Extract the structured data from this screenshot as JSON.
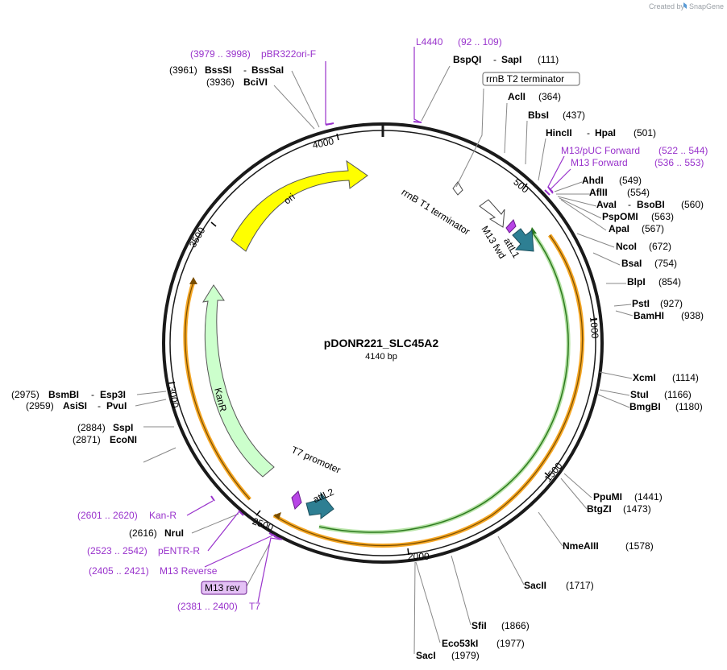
{
  "header": {
    "credit_text": "Created by",
    "brand_text": "SnapGene"
  },
  "map": {
    "name": "pDONR221_SLC45A2",
    "size_label": "4140 bp"
  },
  "colors": {
    "primer": "#9933cc",
    "ori": "#ffff00",
    "kanr": "#ccffcc",
    "att": "#2e7f93",
    "orange": "#f5a623",
    "green": "#2d8a2d",
    "backbone": "#1a1a1a"
  },
  "ticks": [
    "500",
    "1000",
    "1500",
    "2000",
    "2500",
    "3000",
    "3500",
    "4000"
  ],
  "features": {
    "ori": "ori",
    "kanr": "KanR",
    "attl1": "attL1",
    "attl2": "attL2",
    "m13fwd": "M13 fwd",
    "t7prom": "T7 promoter",
    "rrnbt1": "rrnB T1 terminator"
  },
  "sites": [
    {
      "n": "BspQI",
      "s": "SapI",
      "p": "(111)"
    },
    {
      "n": "AclI",
      "p": "(364)"
    },
    {
      "n": "BbsI",
      "p": "(437)"
    },
    {
      "n": "HincII",
      "s": "HpaI",
      "p": "(501)"
    },
    {
      "n": "AhdI",
      "p": "(549)"
    },
    {
      "n": "AflII",
      "p": "(554)"
    },
    {
      "n": "AvaI",
      "s": "BsoBI",
      "p": "(560)"
    },
    {
      "n": "PspOMI",
      "p": "(563)"
    },
    {
      "n": "ApaI",
      "p": "(567)"
    },
    {
      "n": "NcoI",
      "p": "(672)"
    },
    {
      "n": "BsaI",
      "p": "(754)"
    },
    {
      "n": "BlpI",
      "p": "(854)"
    },
    {
      "n": "PstI",
      "p": "(927)"
    },
    {
      "n": "BamHI",
      "p": "(938)"
    },
    {
      "n": "XcmI",
      "p": "(1114)"
    },
    {
      "n": "StuI",
      "p": "(1166)"
    },
    {
      "n": "BmgBI",
      "p": "(1180)"
    },
    {
      "n": "PpuMI",
      "p": "(1441)"
    },
    {
      "n": "BtgZI",
      "p": "(1473)"
    },
    {
      "n": "NmeAIII",
      "p": "(1578)"
    },
    {
      "n": "SacII",
      "p": "(1717)"
    },
    {
      "n": "SfiI",
      "p": "(1866)"
    },
    {
      "n": "Eco53kI",
      "p": "(1977)"
    },
    {
      "n": "SacI",
      "p": "(1979)"
    },
    {
      "n": "NruI",
      "p": "(2616)"
    },
    {
      "n": "EcoNI",
      "p": "(2871)"
    },
    {
      "n": "SspI",
      "p": "(2884)"
    },
    {
      "n": "AsiSI",
      "s": "PvuI",
      "p": "(2959)"
    },
    {
      "n": "BsmBI",
      "s": "Esp3I",
      "p": "(2975)"
    },
    {
      "n": "BciVI",
      "p": "(3936)"
    },
    {
      "n": "BssSI",
      "s": "BssSaI",
      "p": "(3961)"
    }
  ],
  "primers": [
    {
      "n": "L4440",
      "p": "(92 .. 109)"
    },
    {
      "n": "M13/pUC Forward",
      "p": "(522 .. 544)"
    },
    {
      "n": "M13 Forward",
      "p": "(536 .. 553)"
    },
    {
      "n": "Kan-R",
      "p": "(2601 .. 2620)"
    },
    {
      "n": "pENTR-R",
      "p": "(2523 .. 2542)"
    },
    {
      "n": "M13 Reverse",
      "p": "(2405 .. 2421)"
    },
    {
      "n": "T7",
      "p": "(2381 .. 2400)"
    },
    {
      "n": "pBR322ori-F",
      "p": "(3979 .. 3998)"
    }
  ],
  "boxed": {
    "rrnb_t2": "rrnB T2 terminator",
    "m13rev": "M13 rev"
  }
}
